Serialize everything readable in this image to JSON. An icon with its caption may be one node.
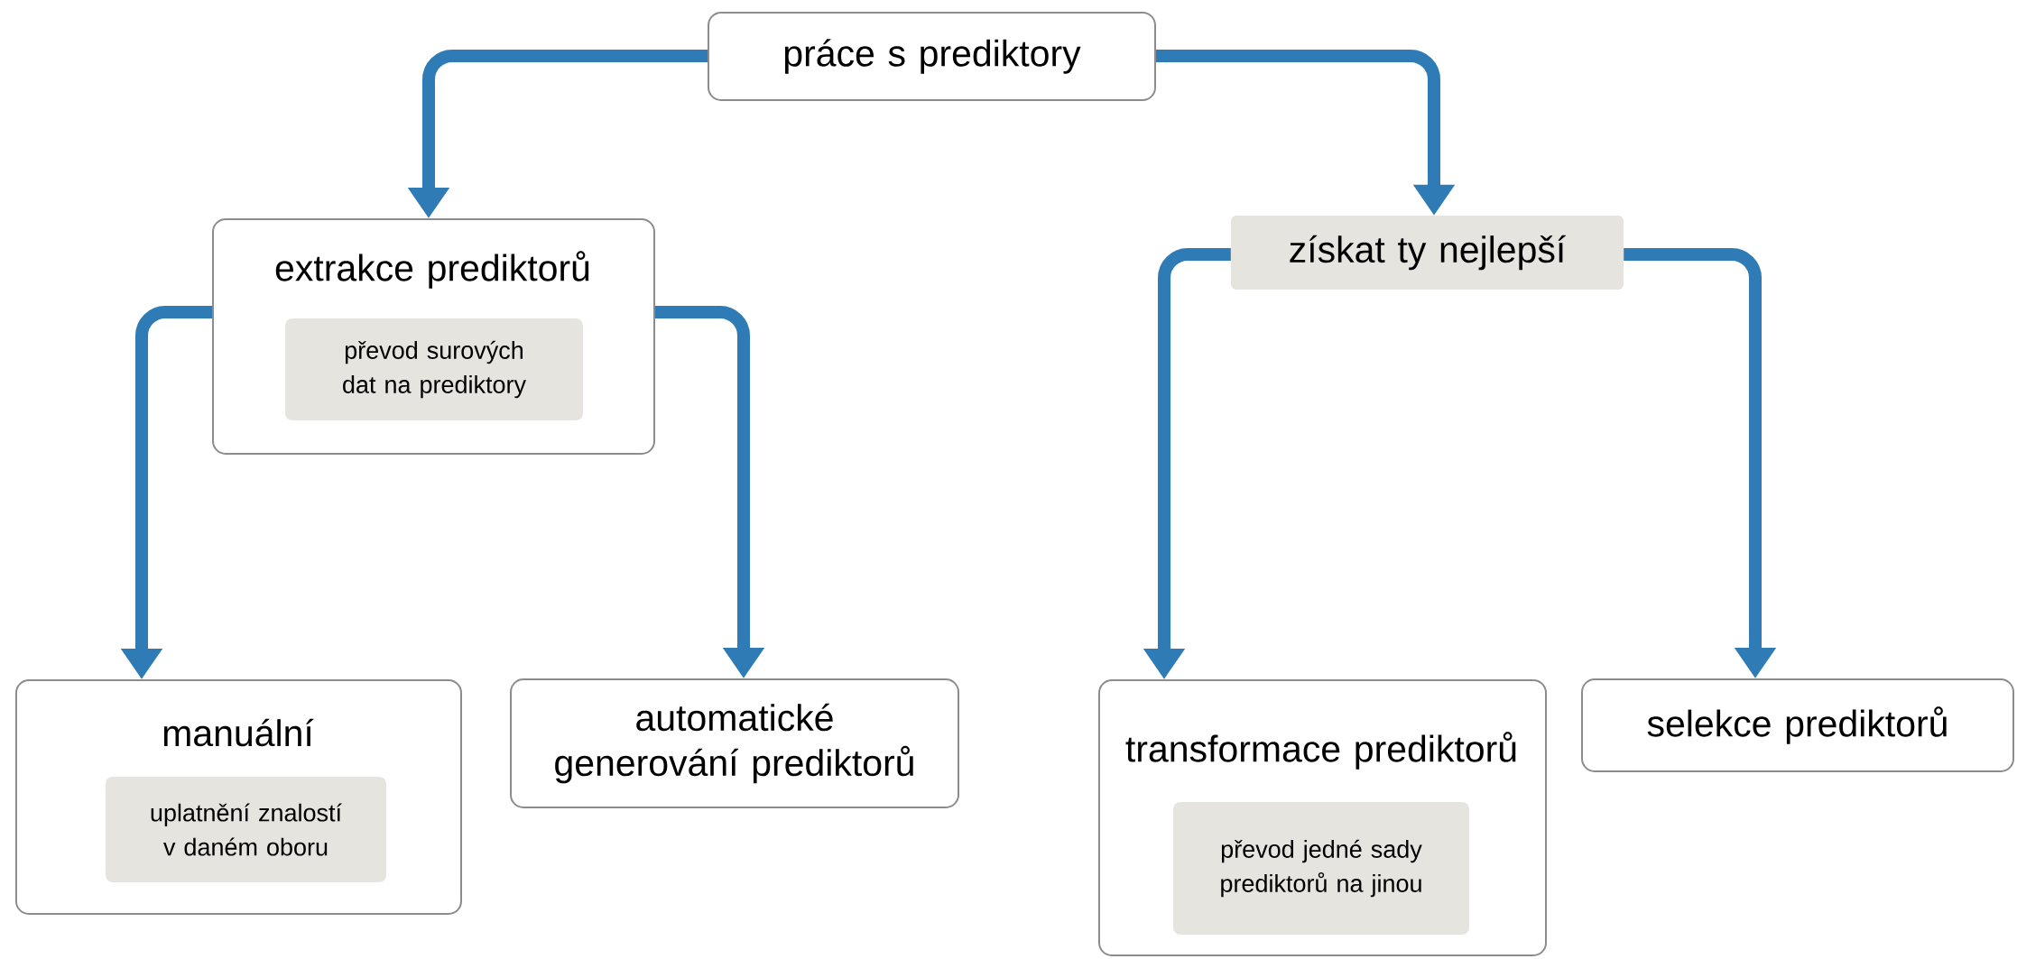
{
  "diagram": {
    "nodes": [
      {
        "text": [
          "práce s prediktory"
        ]
      },
      {
        "text": [
          "extrakce prediktorů"
        ]
      },
      {
        "text": [
          "převod surových dat na prediktory"
        ],
        "in": 1
      },
      {
        "text": [
          "získat ty nejlepší"
        ]
      },
      {
        "text": [
          "manuální"
        ]
      },
      {
        "text": [
          "uplatnění znalostí v daném oboru"
        ],
        "in": 4
      },
      {
        "text": [
          "automatické generování prediktorů"
        ]
      },
      {
        "text": [
          "transformace prediktorů"
        ]
      },
      {
        "text": [
          "převod jedné sady prediktorů na jinou"
        ],
        "in": 7
      },
      {
        "text": [
          "selekce prediktorů"
        ]
      }
    ],
    "edges": [
      {
        "from": 0,
        "to": 1,
        "arrow": "to"
      },
      {
        "from": 0,
        "to": 3,
        "arrow": "to"
      },
      {
        "from": 1,
        "to": 4,
        "arrow": "to"
      },
      {
        "from": 1,
        "to": 6,
        "arrow": "to"
      },
      {
        "from": 3,
        "to": 7,
        "arrow": "to"
      },
      {
        "from": 3,
        "to": 9,
        "arrow": "to"
      }
    ]
  }
}
